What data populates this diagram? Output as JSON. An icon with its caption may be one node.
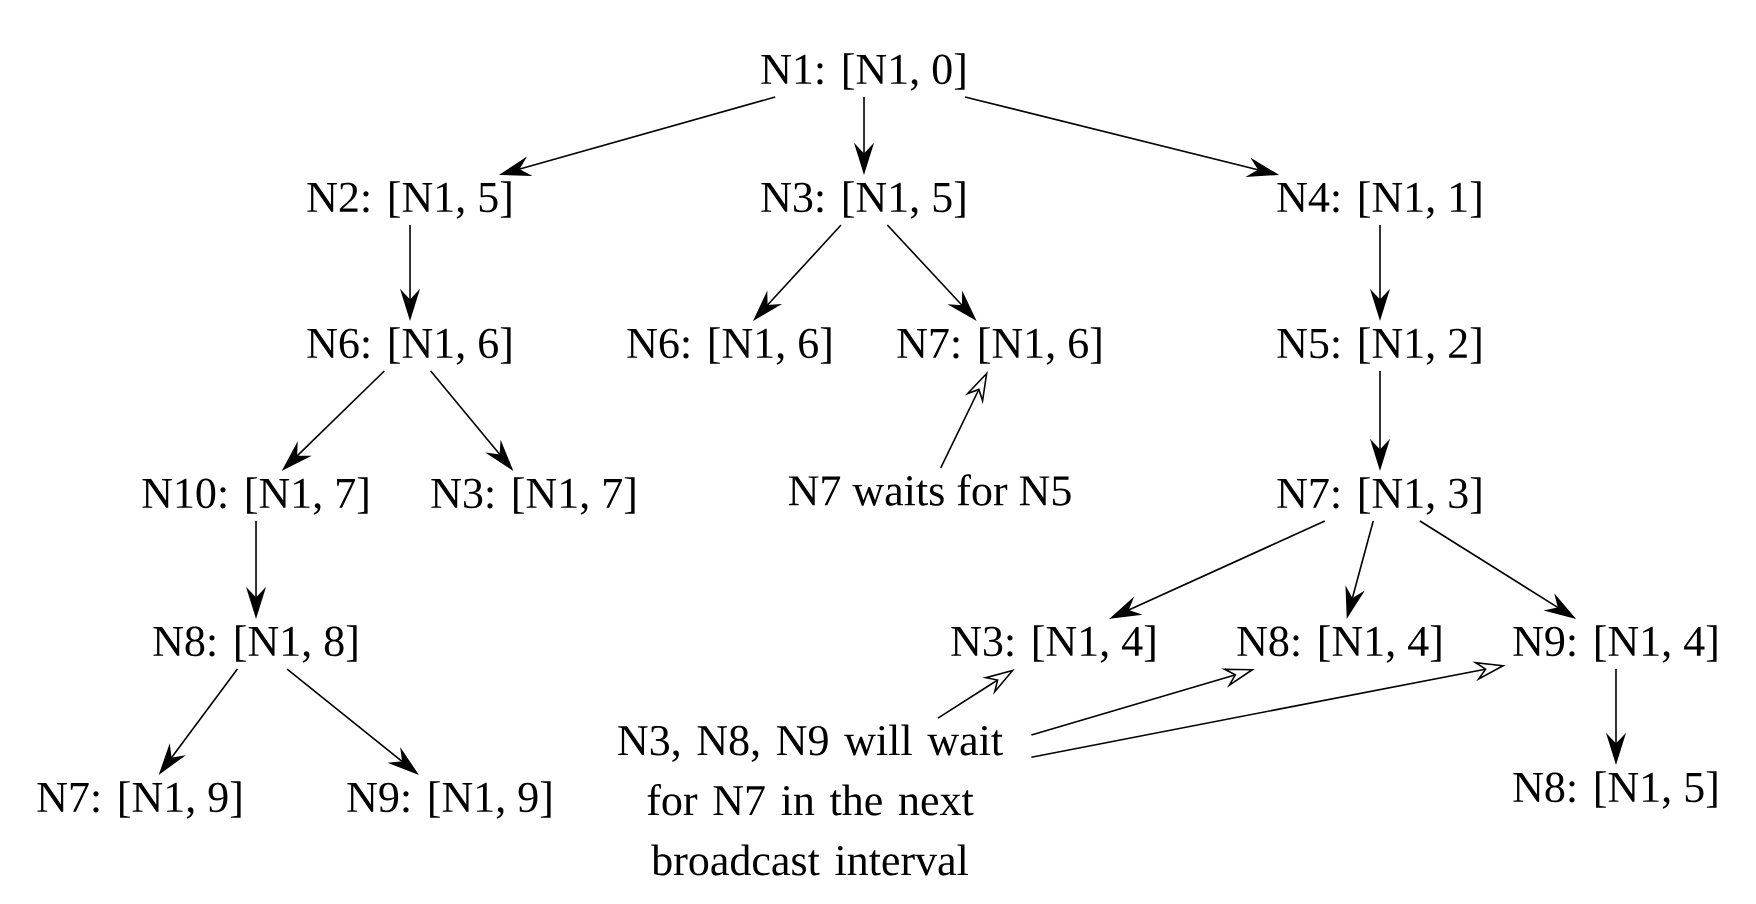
{
  "diagram": {
    "nodes": [
      {
        "text": [
          "N1: [N1, 0]"
        ]
      },
      {
        "text": [
          "N2: [N1, 5]"
        ]
      },
      {
        "text": [
          "N3: [N1, 5]"
        ]
      },
      {
        "text": [
          "N4: [N1, 1]"
        ]
      },
      {
        "text": [
          "N6: [N1, 6]"
        ]
      },
      {
        "text": [
          "N6: [N1, 6]"
        ]
      },
      {
        "text": [
          "N7: [N1, 6]"
        ]
      },
      {
        "text": [
          "N5: [N1, 2]"
        ]
      },
      {
        "text": [
          "N10: [N1, 7]"
        ]
      },
      {
        "text": [
          "N3: [N1, 7]"
        ]
      },
      {
        "text": [
          "N7 waits for N5"
        ]
      },
      {
        "text": [
          "N7: [N1, 3]"
        ]
      },
      {
        "text": [
          "N8: [N1, 8]"
        ]
      },
      {
        "text": [
          "N3: [N1, 4]"
        ]
      },
      {
        "text": [
          "N8: [N1, 4]"
        ]
      },
      {
        "text": [
          "N9: [N1, 4]"
        ]
      },
      {
        "text": [
          "N7: [N1, 9]"
        ]
      },
      {
        "text": [
          "N9: [N1, 9]"
        ]
      },
      {
        "text": [
          "N3, N8, N9 will wait for N7 in the next broadcast interval"
        ]
      },
      {
        "text": [
          "N8: [N1, 5]"
        ]
      }
    ],
    "edges": [
      {
        "from": 0,
        "to": 1,
        "arrow": "to"
      },
      {
        "from": 0,
        "to": 2,
        "arrow": "to"
      },
      {
        "from": 0,
        "to": 3,
        "arrow": "to"
      },
      {
        "from": 1,
        "to": 4,
        "arrow": "to"
      },
      {
        "from": 2,
        "to": 5,
        "arrow": "to"
      },
      {
        "from": 2,
        "to": 6,
        "arrow": "to"
      },
      {
        "from": 3,
        "to": 7,
        "arrow": "to"
      },
      {
        "from": 4,
        "to": 8,
        "arrow": "to"
      },
      {
        "from": 4,
        "to": 9,
        "arrow": "to"
      },
      {
        "from": 7,
        "to": 11,
        "arrow": "to"
      },
      {
        "from": 8,
        "to": 12,
        "arrow": "to"
      },
      {
        "from": 11,
        "to": 13,
        "arrow": "to"
      },
      {
        "from": 11,
        "to": 14,
        "arrow": "to"
      },
      {
        "from": 11,
        "to": 15,
        "arrow": "to"
      },
      {
        "from": 12,
        "to": 16,
        "arrow": "to"
      },
      {
        "from": 12,
        "to": 17,
        "arrow": "to"
      },
      {
        "from": 15,
        "to": 19,
        "arrow": "to"
      },
      {
        "from": 10,
        "to": 6,
        "arrow": "to"
      },
      {
        "from": 18,
        "to": 13,
        "arrow": "to"
      },
      {
        "from": 18,
        "to": 14,
        "arrow": "to"
      },
      {
        "from": 18,
        "to": 15,
        "arrow": "to"
      }
    ]
  }
}
